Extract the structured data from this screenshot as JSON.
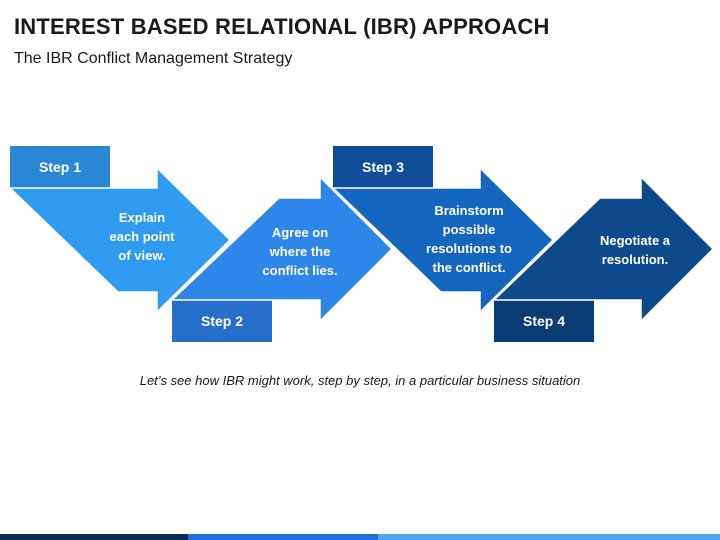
{
  "header": {
    "title": "INTEREST BASED RELATIONAL (IBR) APPROACH",
    "subtitle": "The IBR Conflict Management Strategy"
  },
  "steps": [
    {
      "label": "Step 1",
      "text": "Explain each point of view.",
      "color": "#2E9BF0",
      "tab_color": "#2A87D6"
    },
    {
      "label": "Step 2",
      "text": "Agree on where the conflict lies.",
      "color": "#2E86E8",
      "tab_color": "#2670CC"
    },
    {
      "label": "Step 3",
      "text": "Brainstorm possible resolutions to the conflict.",
      "color": "#1566BF",
      "tab_color": "#0F4F9A"
    },
    {
      "label": "Step 4",
      "text": "Negotiate a resolution.",
      "color": "#0D4A8C",
      "tab_color": "#0A3D75"
    }
  ],
  "caption": "Let’s see how IBR might work, step by step, in a particular business situation",
  "colors": {
    "bar": [
      "#0B2A5B",
      "#1E6FD9",
      "#4BA6F0"
    ]
  }
}
